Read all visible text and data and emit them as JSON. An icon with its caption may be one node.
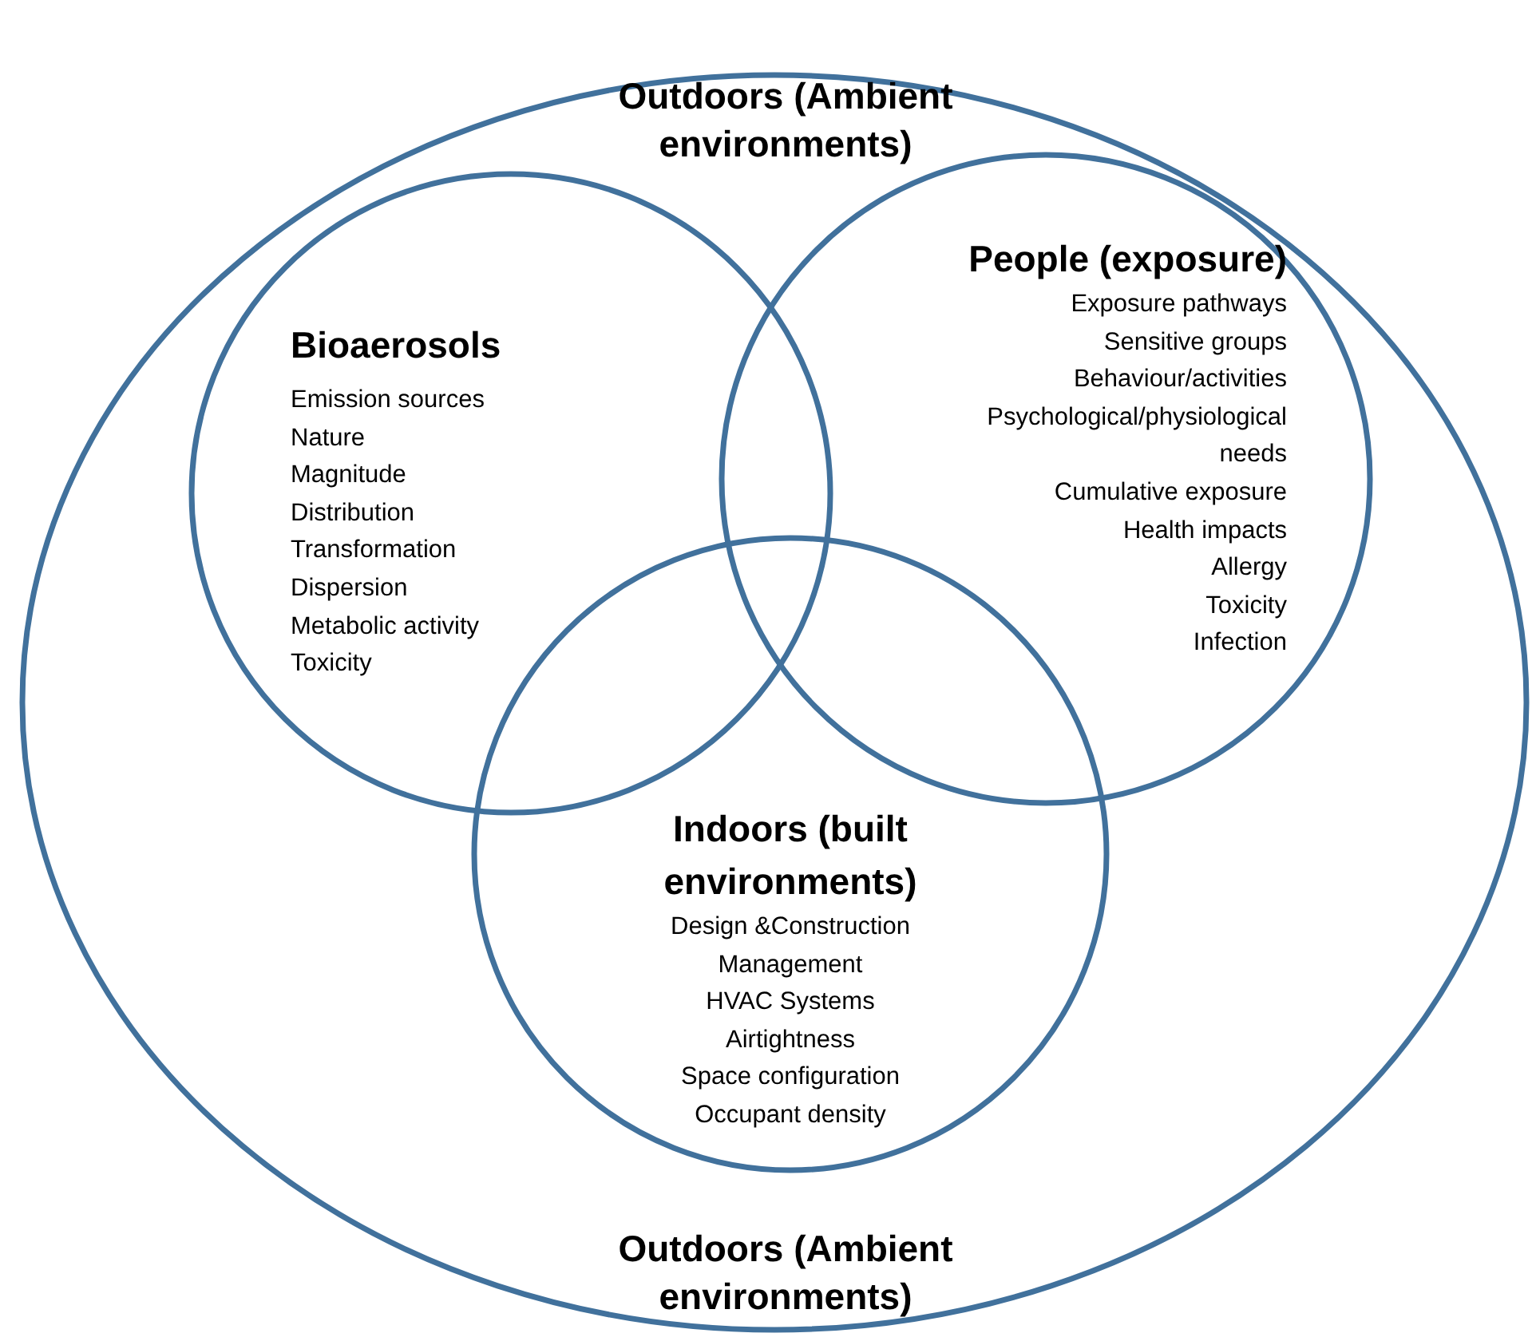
{
  "diagram": {
    "nodes": [
      {
        "text": [
          "Outdoors (Ambient environments)",
          "Outdoors (Ambient environments)"
        ]
      },
      {
        "text": [
          "Bioaerosols",
          "Emission sources",
          "Nature",
          "Magnitude",
          "Distribution",
          "Transformation",
          "Dispersion",
          "Metabolic activity",
          "Toxicity"
        ],
        "in": 0
      },
      {
        "text": [
          "People (exposure)",
          "Exposure pathways",
          "Sensitive groups",
          "Behaviour/activities",
          "Psychological/physiological needs",
          "Cumulative exposure",
          "Health impacts",
          "Allergy",
          "Toxicity",
          "Infection"
        ],
        "in": 0
      },
      {
        "text": [
          "Indoors (built environments)",
          "Design &Construction",
          "Management",
          "HVAC Systems",
          "Airtightness",
          "Space configuration",
          "Occupant density"
        ],
        "in": 0
      }
    ]
  }
}
